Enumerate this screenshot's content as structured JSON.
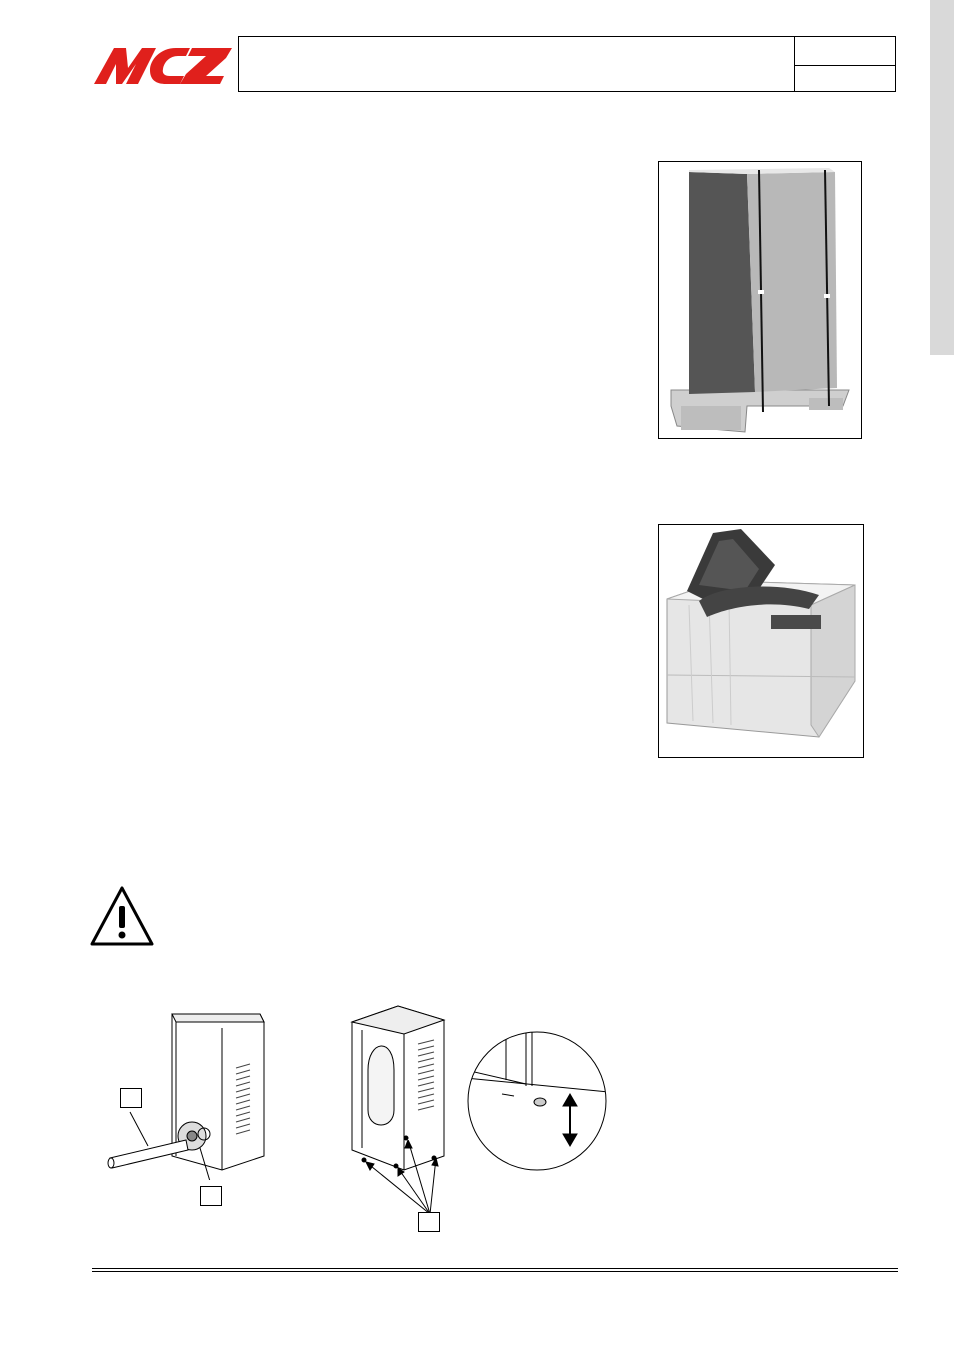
{
  "header": {
    "logo_text": "MCZ",
    "brand_color": "#e0201c"
  },
  "figures": {
    "packaged_stove": {
      "icon": "packaged-stove-photo"
    },
    "packaging_foam": {
      "icon": "foam-packaging-photo"
    },
    "warning": {
      "icon": "warning-triangle-icon"
    },
    "stove_rear_pipe": {
      "icon": "stove-rear-pipe-drawing"
    },
    "stove_feet": {
      "icon": "stove-feet-drawing"
    },
    "foot_detail": {
      "icon": "adjustable-foot-detail"
    }
  }
}
